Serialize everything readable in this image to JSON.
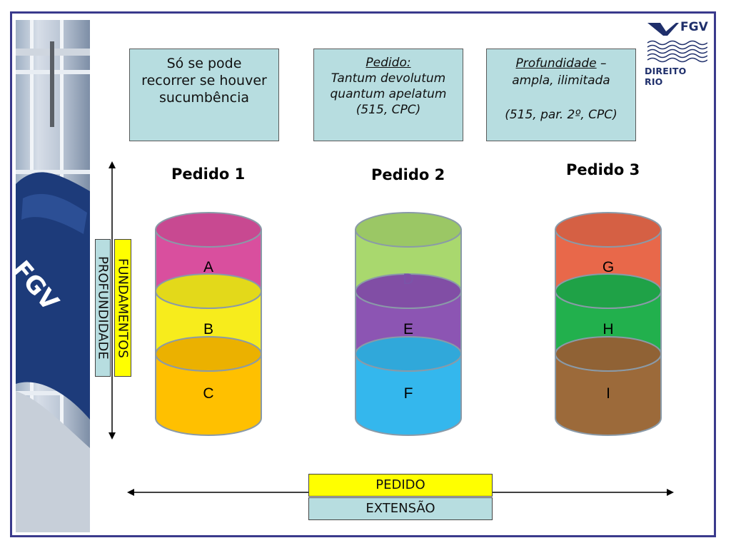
{
  "colors": {
    "frame": "#3a3a8c",
    "box_fill": "#b7dde0",
    "yellow_label": "#ffff00",
    "pedido1": [
      "#d94f9e",
      "#f7ec1c",
      "#ffc000"
    ],
    "pedido2": [
      "#a9d86e",
      "#8c55b3",
      "#34b7ed"
    ],
    "pedido3": [
      "#e8684a",
      "#22b04d",
      "#9c6a3a"
    ]
  },
  "logo": {
    "brand": "FGV",
    "subtitle": "DIREITO RIO"
  },
  "photo": {
    "flag_text": "FGV"
  },
  "boxes": {
    "box1": {
      "line1": "Só se pode",
      "line2": "recorrer se houver",
      "line3": "sucumbência"
    },
    "box2": {
      "title": "Pedido:",
      "line1": "Tantum devolutum",
      "line2": "quantum apelatum",
      "line3": "(515, CPC)"
    },
    "box3": {
      "title": "Profundidade",
      "title_suffix": " –",
      "line1": "ampla, ilimitada",
      "line2": "(515, par. 2º, CPC)"
    }
  },
  "pedidos": [
    {
      "heading": "Pedido 1",
      "layers": [
        "A",
        "B",
        "C"
      ]
    },
    {
      "heading": "Pedido 2",
      "layers": [
        "D",
        "E",
        "F"
      ]
    },
    {
      "heading": "Pedido 3",
      "layers": [
        "G",
        "H",
        "I"
      ]
    }
  ],
  "vertical_labels": {
    "fundamentos": "FUNDAMENTOS",
    "profundidade": "PROFUNDIDADE"
  },
  "horizontal_labels": {
    "pedido": "PEDIDO",
    "extensao": "EXTENSÃO"
  }
}
